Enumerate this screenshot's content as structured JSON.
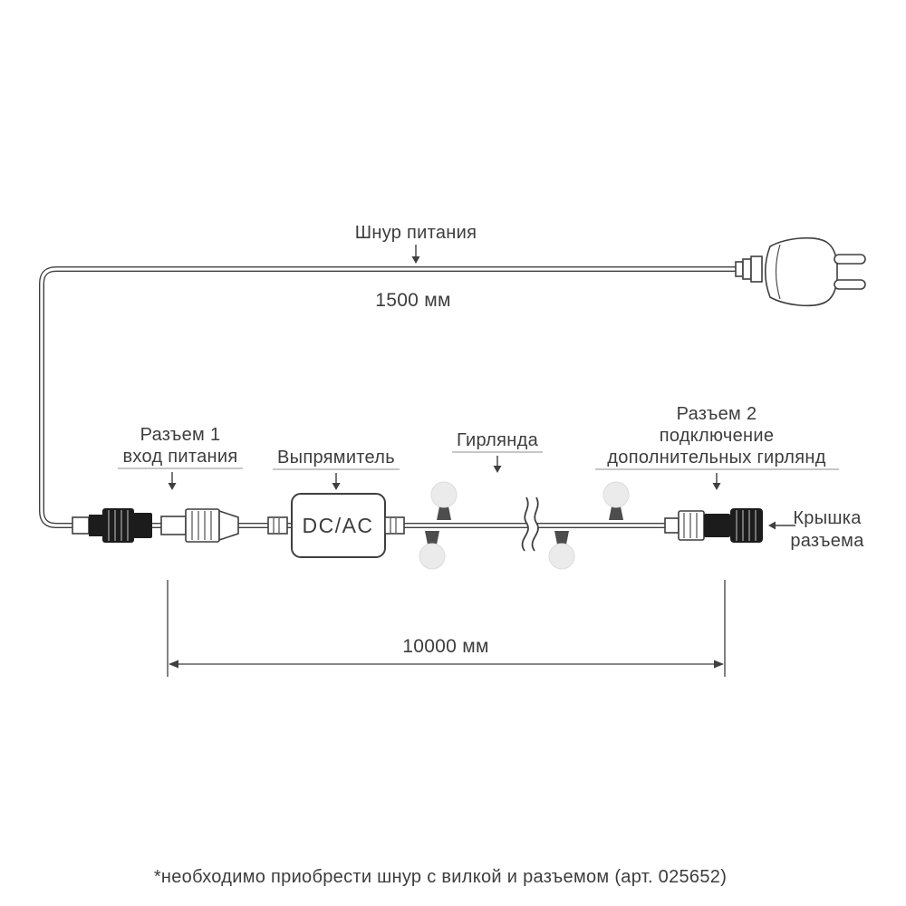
{
  "labels": {
    "power_cord": "Шнур питания",
    "power_cord_length": "1500 мм",
    "connector1": [
      "Разъем 1",
      "вход питания"
    ],
    "rectifier": "Выпрямитель",
    "rectifier_box": "DC/AC",
    "garland": "Гирлянда",
    "connector2": [
      "Разъем 2",
      "подключение",
      "дополнительных гирлянд"
    ],
    "cap": [
      "Крышка",
      "разъема"
    ],
    "garland_length": "10000 мм",
    "footnote": "*необходимо приобрести шнур с вилкой и разъемом (арт. 025652)"
  },
  "colors": {
    "line": "#3f3f3f",
    "text": "#3d3d3d",
    "connector_black": "#1c1c1c",
    "bulb_fill": "#ebebeb",
    "background": "#ffffff"
  }
}
